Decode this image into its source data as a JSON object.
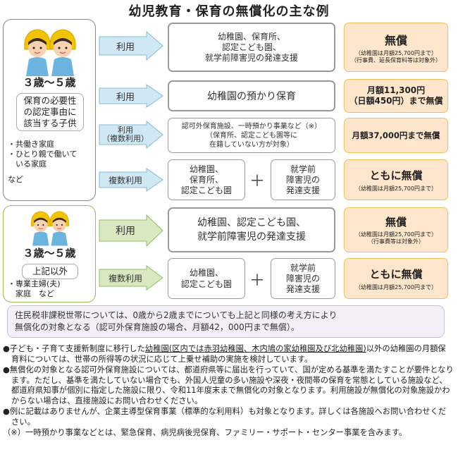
{
  "title": "幼児教育・保育の無償化の主な例",
  "panel1": {
    "age": "３歳～５歳",
    "condition": [
      "保育の必要性",
      "の認定事由に",
      "該当する子供"
    ],
    "examples": [
      "・共働き家庭",
      "・ひとり親で働いて",
      "　いる家庭"
    ],
    "etc": "など"
  },
  "panel2": {
    "age": "３歳～５歳",
    "condition": "上記以外",
    "examples": [
      "・専業主婦(夫)",
      "　家庭　など"
    ]
  },
  "rows": [
    {
      "arrow": [
        "利用"
      ],
      "facility": [
        "幼稚園、保育所、",
        "認定こども園、",
        "就学前障害児の発達支援"
      ],
      "result_main": "無償",
      "result_notes": [
        "（幼稚園は月額25,700円まで）",
        "（行事費、延長保育料等は対象外）"
      ]
    },
    {
      "arrow": [
        "利用"
      ],
      "facility": [
        "幼稚園の預かり保育"
      ],
      "result_main": "月額11,300円",
      "result_line2": "（日額450円）まで無償"
    },
    {
      "arrow": [
        "利用",
        "（複数利用）"
      ],
      "facility": [
        "認可外保育施設、一時預かり事業など（※）",
        "（保育所、認定こども園等に",
        "在籍していない方が対象）"
      ],
      "result_main": "月額37,000円まで無償"
    },
    {
      "arrow": [
        "複数利用"
      ],
      "facility_a": [
        "幼稚園、",
        "保育所、",
        "認定こども園"
      ],
      "facility_b": [
        "就学前",
        "障害児の",
        "発達支援"
      ],
      "result_main": "ともに無償",
      "result_notes": [
        "（幼稚園は月額25,700円まで）"
      ]
    },
    {
      "arrow": [
        "利用"
      ],
      "facility": [
        "幼稚園、認定こども園、",
        "就学前障害児の発達支援"
      ],
      "result_main": "無償",
      "result_notes": [
        "（幼稚園は月額25,700円まで）",
        "（行事費等は対象外）"
      ]
    },
    {
      "arrow": [
        "複数利用"
      ],
      "facility_a": [
        "幼稚園、",
        "認定こども園"
      ],
      "facility_b": [
        "就学前",
        "障害児の",
        "発達支援"
      ],
      "result_main": "ともに無償",
      "result_notes": [
        "（幼稚園は月額25,700円まで）"
      ]
    }
  ],
  "plus": "＋",
  "lavender_note": [
    "住民税非課税世帯については、0歳から2歳までについても上記と同様の考え方により",
    "無償化の対象となる（認可外保育施設の場合、月額42，000円まで無償）。"
  ],
  "bullets": [
    {
      "pre": "●子ども・子育て支援新制度に移行した",
      "u": "幼稚園(区内では赤羽幼稚園、木内鳩の家幼稚園及び北幼稚園)",
      "post": "以外の幼稚園の月額保育料については、世帯の所得等の状況に応じて上乗せ補助の実施を検討しています。"
    },
    {
      "pre": "●無償化の対象となる認可外保育施設については、都道府県等に届出を行っていて、国が定める基準を満たすことが要件となります。ただし、基準を満たしていない場合でも、外国人児童の多い施設や深夜・夜間帯の保育を常態としている施設など、都道府県知事が個別に指定した施設に限り、令和11年度末まで無償化の対象となります。利用施設が無償化の対象施設かわからない場合は、直接施設にお問い合わせください。",
      "u": "",
      "post": ""
    },
    {
      "pre": "●例に記載はありませんが、企業主導型保育事業（標準的な利用料）も対象となります。詳しくは各施設へお問い合わせください。",
      "u": "",
      "post": ""
    },
    {
      "pre": "（※）一時預かり事業などとは、緊急保育、病児病後児保育、ファミリー・サポート・センター事業を含みます。",
      "u": "",
      "post": ""
    }
  ]
}
